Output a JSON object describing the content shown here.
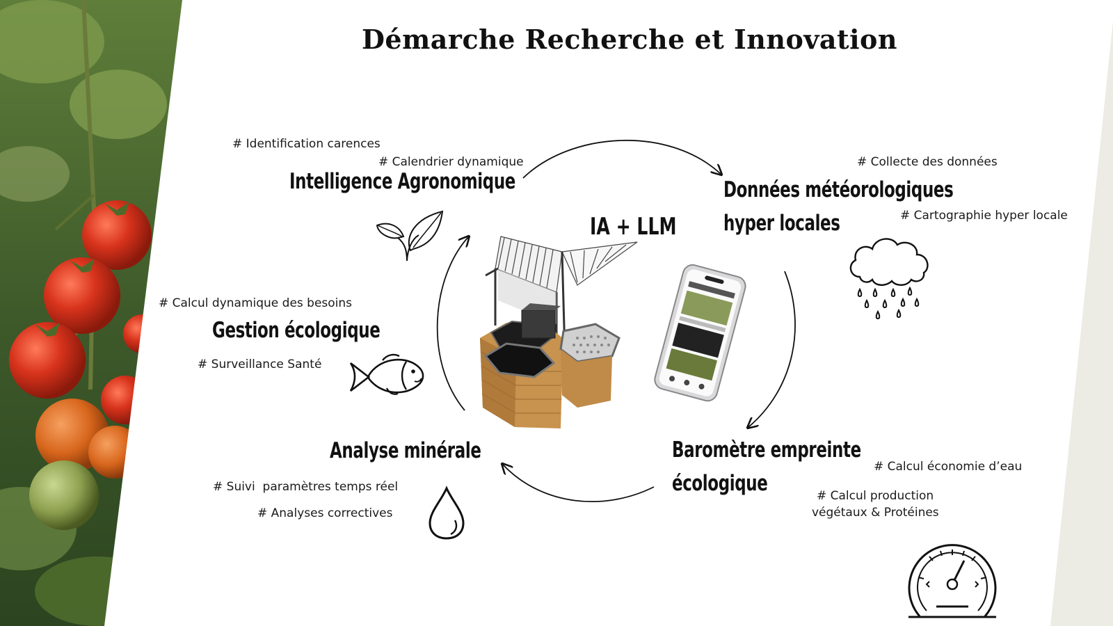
{
  "title": "Démarche Recherche et Innovation",
  "center_label": "IA + LLM",
  "nodes": {
    "intelligence": {
      "heading": "Intelligence Agronomique",
      "tags": [
        "# Identification carences",
        "# Calendrier dynamique"
      ]
    },
    "meteo": {
      "heading_line1": "Données météorologiques",
      "heading_line2": "hyper locales",
      "tags": [
        "# Collecte des données",
        "# Cartographie hyper locale"
      ]
    },
    "barometre": {
      "heading_line1": "Baromètre empreinte",
      "heading_line2": "écologique",
      "tags": [
        "# Calcul économie d’eau",
        "# Calcul production",
        "végétaux & Protéines"
      ]
    },
    "analyse": {
      "heading": "Analyse minérale",
      "tags": [
        "# Suivi  paramètres temps réel",
        "# Analyses correctives"
      ]
    },
    "gestion": {
      "heading": "Gestion écologique",
      "tags": [
        "# Calcul dynamique des besoins",
        "# Surveillance Santé"
      ]
    }
  },
  "icons": [
    "leaf-sprout-icon",
    "rain-cloud-icon",
    "gauge-icon",
    "water-drop-icon",
    "fish-icon"
  ],
  "colors": {
    "background": "#ffffff",
    "border": "#ecece4",
    "text": "#111111",
    "tomato": "#d63a22",
    "leaf": "#6a8a3a"
  }
}
